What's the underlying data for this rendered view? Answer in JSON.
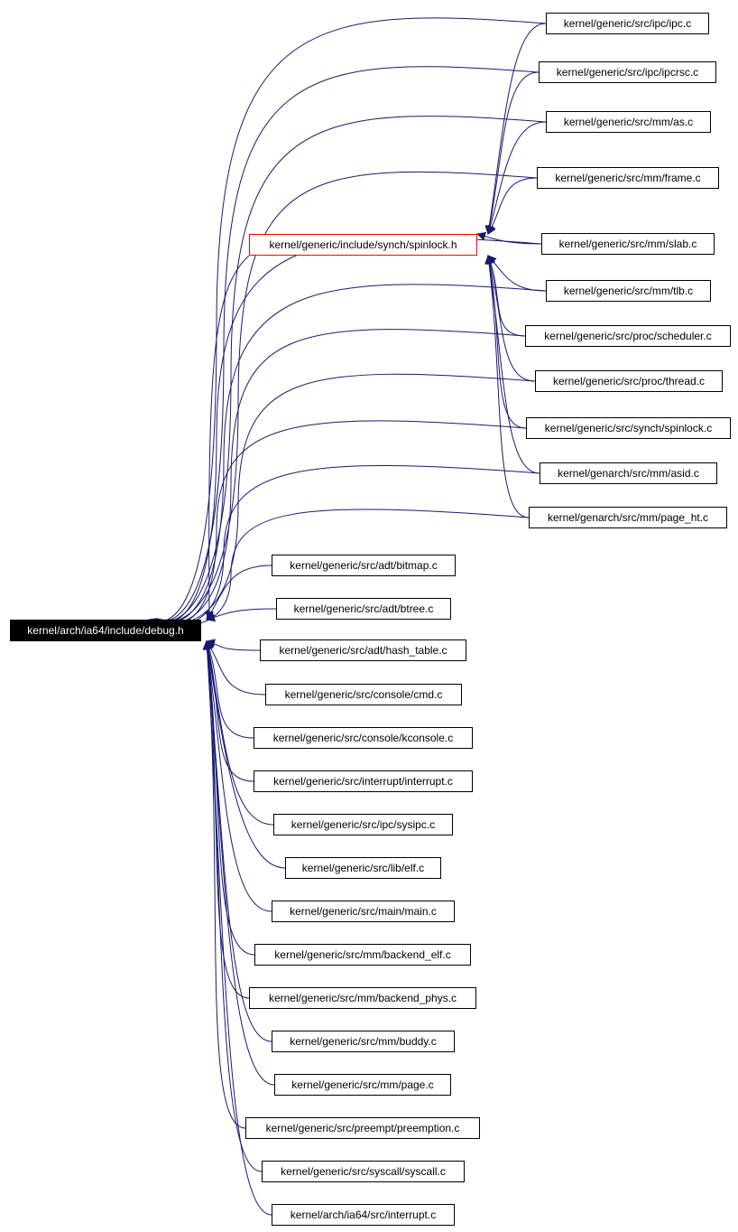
{
  "graph": {
    "edge_color": "#191970",
    "root": {
      "label": "kernel/arch/ia64/include/debug.h",
      "fill": "#000000",
      "text": "#ffffff"
    },
    "intermediate": {
      "label": "kernel/generic/include/synch/spinlock.h",
      "border": "#ff0000"
    },
    "spinlock_includers": [
      "kernel/generic/src/ipc/ipc.c",
      "kernel/generic/src/ipc/ipcrsc.c",
      "kernel/generic/src/mm/as.c",
      "kernel/generic/src/mm/frame.c",
      "kernel/generic/src/mm/slab.c",
      "kernel/generic/src/mm/tlb.c",
      "kernel/generic/src/proc/scheduler.c",
      "kernel/generic/src/proc/thread.c",
      "kernel/generic/src/synch/spinlock.c",
      "kernel/genarch/src/mm/asid.c",
      "kernel/genarch/src/mm/page_ht.c"
    ],
    "direct_includers": [
      "kernel/generic/src/adt/bitmap.c",
      "kernel/generic/src/adt/btree.c",
      "kernel/generic/src/adt/hash_table.c",
      "kernel/generic/src/console/cmd.c",
      "kernel/generic/src/console/kconsole.c",
      "kernel/generic/src/interrupt/interrupt.c",
      "kernel/generic/src/ipc/sysipc.c",
      "kernel/generic/src/lib/elf.c",
      "kernel/generic/src/main/main.c",
      "kernel/generic/src/mm/backend_elf.c",
      "kernel/generic/src/mm/backend_phys.c",
      "kernel/generic/src/mm/buddy.c",
      "kernel/generic/src/mm/page.c",
      "kernel/generic/src/preempt/preemption.c",
      "kernel/generic/src/syscall/syscall.c",
      "kernel/arch/ia64/src/interrupt.c"
    ]
  }
}
